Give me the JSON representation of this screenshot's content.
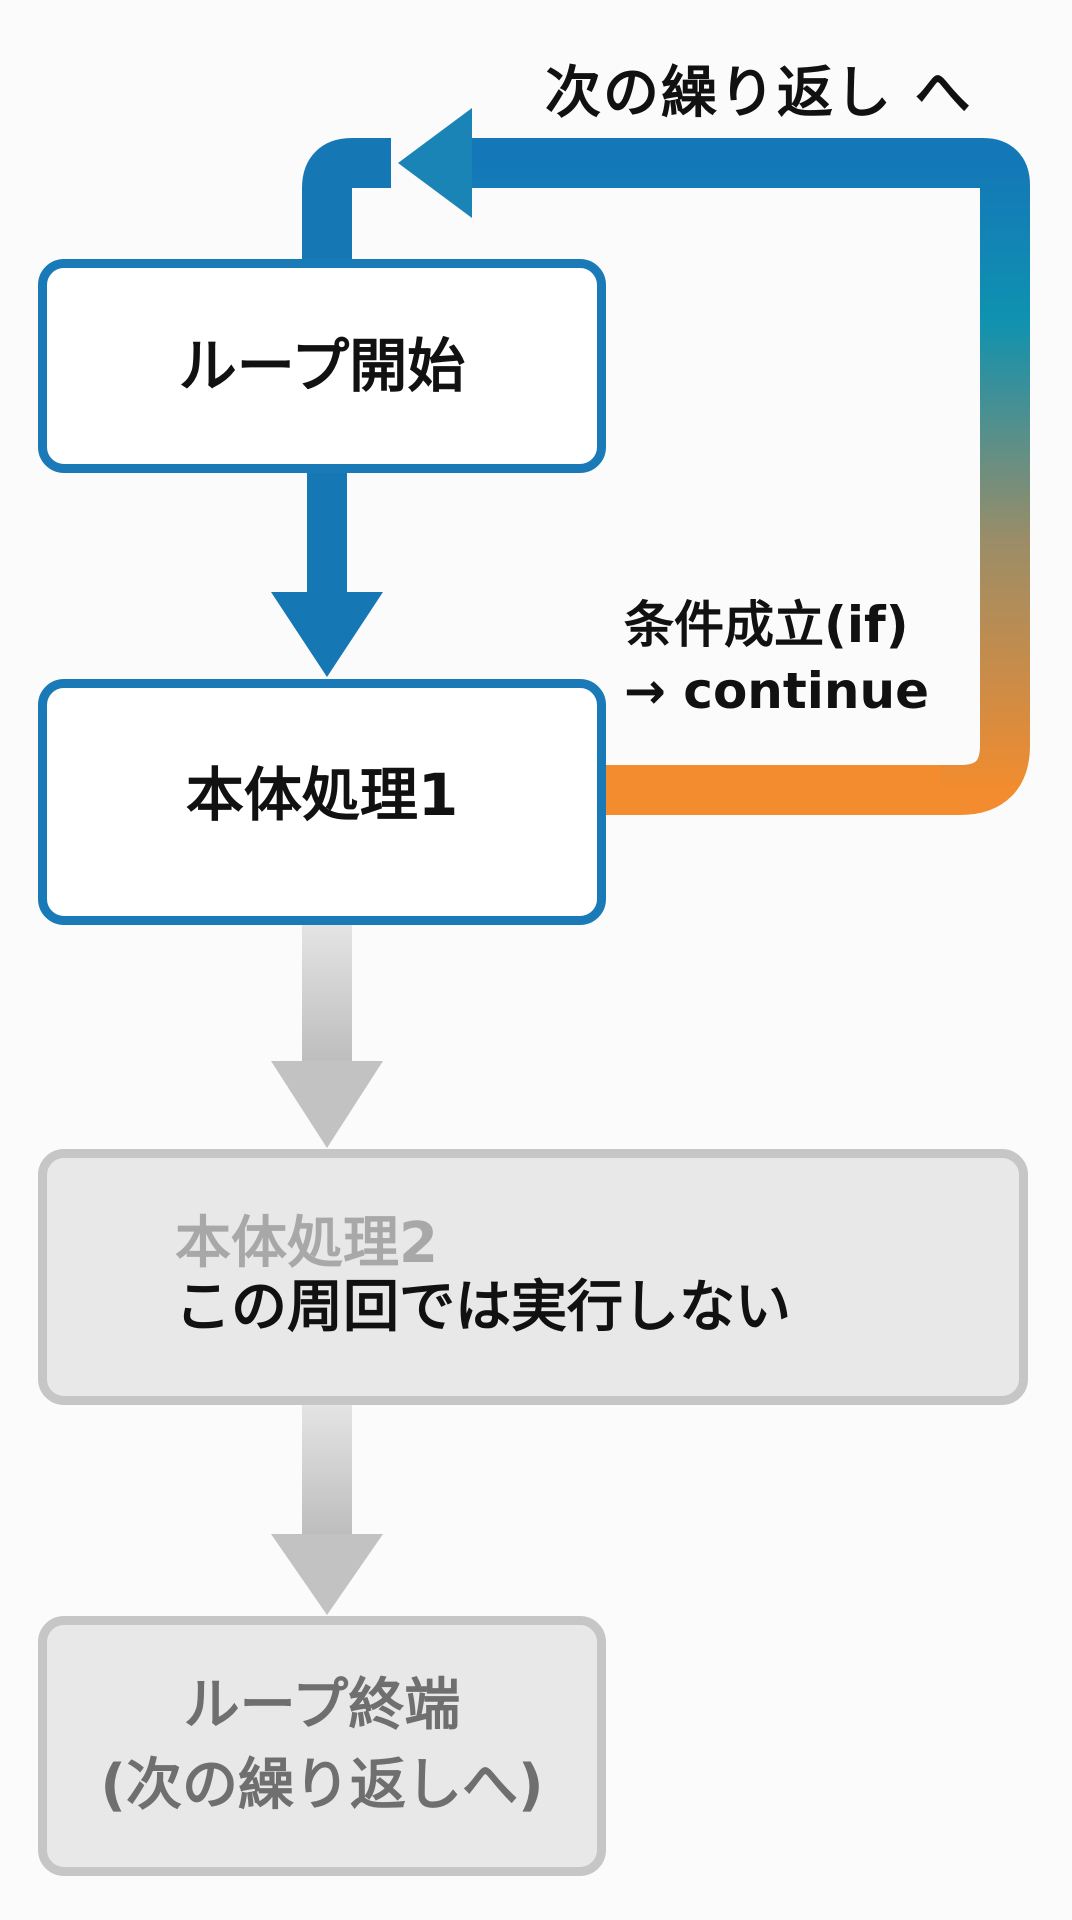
{
  "diagram": {
    "loop_back_label": "次の繰り返し へ",
    "condition_label_line1": "条件成立(if)",
    "condition_label_line2": "→ continue",
    "nodes": [
      {
        "id": "loop-start",
        "title": "ループ開始",
        "state": "active"
      },
      {
        "id": "body-1",
        "title": "本体処理1",
        "state": "active"
      },
      {
        "id": "body-2",
        "title": "本体処理2",
        "subtitle": "この周回では実行しない",
        "state": "skipped"
      },
      {
        "id": "loop-end",
        "title": "ループ終端",
        "subtitle": "(次の繰り返しへ)",
        "state": "skipped"
      }
    ],
    "colors": {
      "active_border": "#1a7ab8",
      "arrow_blue": "#1677b5",
      "loop_gradient_top": "#0f92b0",
      "loop_gradient_bottom": "#f28c2e",
      "inactive_border": "#c6c6c6",
      "inactive_fill": "#e8e8e8",
      "inactive_text": "#7a7a7a"
    }
  }
}
